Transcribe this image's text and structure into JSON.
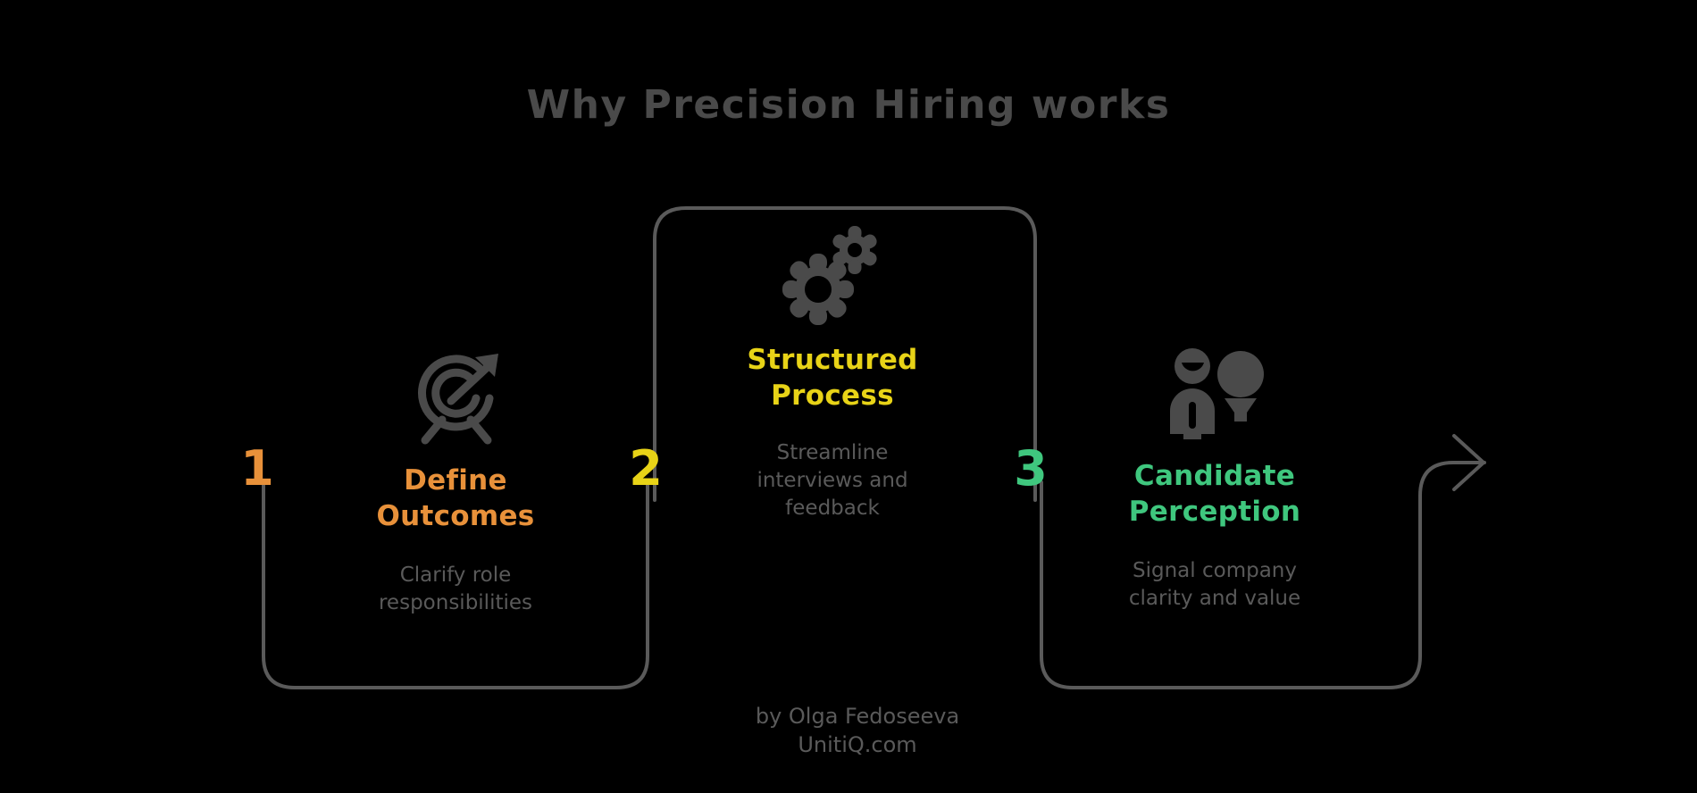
{
  "background_color": "#000000",
  "header": {
    "title": "Why Precision Hiring works",
    "title_color": "#4a4a4a"
  },
  "steps": [
    {
      "number": "1",
      "number_color": "#E8913A",
      "icon": "target-arrow-icon",
      "title": "Define Outcomes",
      "title_color": "#E8913A",
      "description": "Clarify role responsibilities",
      "description_color": "#5a5a5a",
      "frame_shape": "u-open-top"
    },
    {
      "number": "2",
      "number_color": "#E8D317",
      "icon": "gears-icon",
      "title": "Structured Process",
      "title_color": "#E8D317",
      "description": "Streamline interviews and feedback",
      "description_color": "#5a5a5a",
      "frame_shape": "n-open-bottom"
    },
    {
      "number": "3",
      "number_color": "#3FC77E",
      "icon": "person-lightbulb-icon",
      "title": "Candidate Perception",
      "title_color": "#3FC77E",
      "description": "Signal company clarity and value",
      "description_color": "#5a5a5a",
      "frame_shape": "u-open-top-arrow"
    }
  ],
  "footer": {
    "author_line": "by Olga Fedoseeva",
    "site_line": "UnitiQ.com",
    "color": "#5a5a5a"
  },
  "decor": {
    "frame_stroke": "#5a5a5a",
    "arrow_label": "flow-arrow-right",
    "icon_color": "#4a4a4a"
  }
}
